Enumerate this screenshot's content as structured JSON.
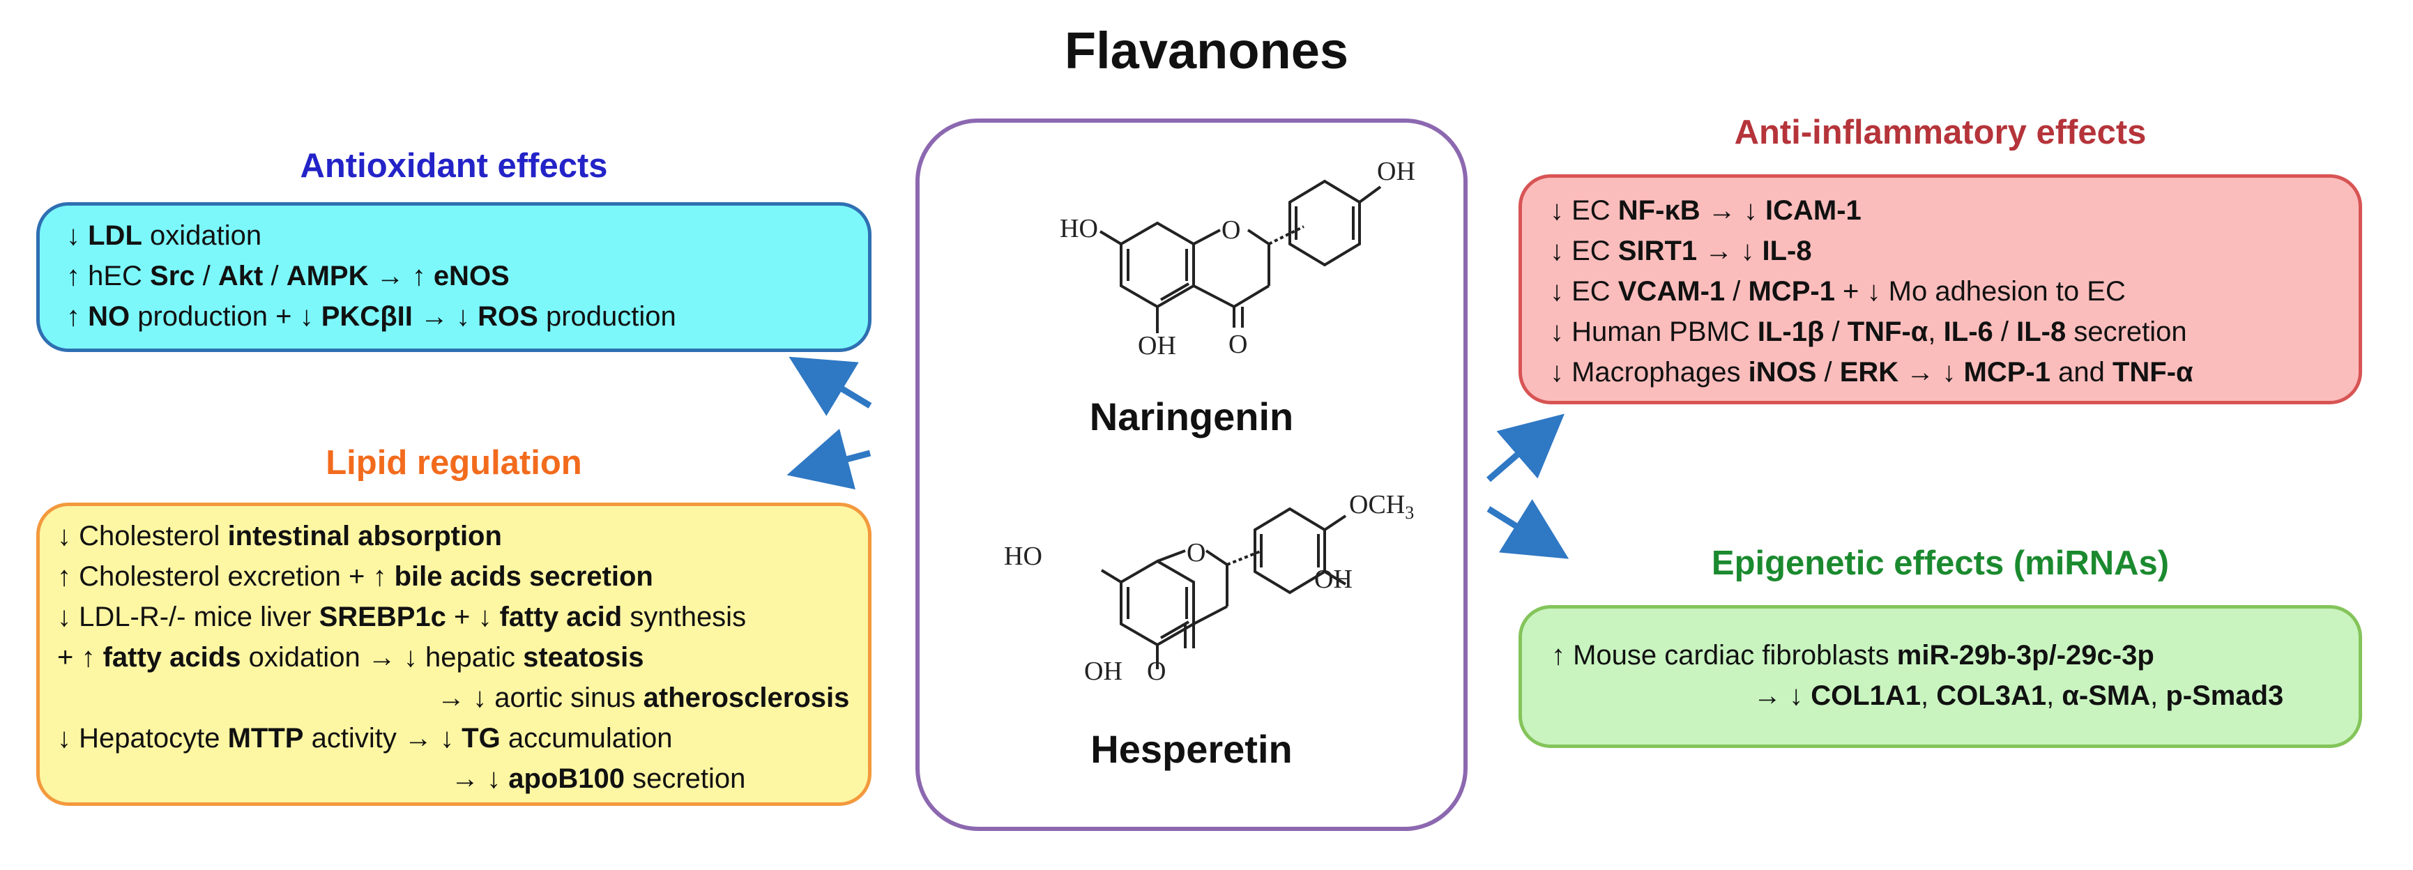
{
  "title": "Flavanones",
  "colors": {
    "antioxidant_heading": "#2323c8",
    "lipid_heading": "#f26b1d",
    "inflam_heading": "#b5343a",
    "epi_heading": "#1b8a2f",
    "arrow": "#2f78c4",
    "center_border": "#8c68b0"
  },
  "antioxidant": {
    "heading": "Antioxidant effects",
    "lines": [
      [
        {
          "t": "↓ "
        },
        {
          "t": "LDL",
          "b": true
        },
        {
          "t": " oxidation"
        }
      ],
      [
        {
          "t": "↑ hEC "
        },
        {
          "t": "Src",
          "b": true
        },
        {
          "t": " / "
        },
        {
          "t": "Akt",
          "b": true
        },
        {
          "t": " / "
        },
        {
          "t": "AMPK",
          "b": true
        },
        {
          "t": " → ↑ "
        },
        {
          "t": "eNOS",
          "b": true
        }
      ],
      [
        {
          "t": "↑ "
        },
        {
          "t": "NO",
          "b": true
        },
        {
          "t": " production  + ↓  "
        },
        {
          "t": "PKCβII",
          "b": true
        },
        {
          "t": " → ↓ "
        },
        {
          "t": "ROS",
          "b": true
        },
        {
          "t": " production"
        }
      ]
    ]
  },
  "lipid": {
    "heading": "Lipid regulation",
    "lines": [
      [
        {
          "t": "↓ Cholesterol "
        },
        {
          "t": "intestinal  absorption",
          "b": true
        }
      ],
      [
        {
          "t": "↑ Cholesterol excretion + ↑ "
        },
        {
          "t": "bile acids secretion",
          "b": true
        }
      ],
      [
        {
          "t": "↓ LDL-R-/- mice liver "
        },
        {
          "t": "SREBP1c",
          "b": true
        },
        {
          "t": " + ↓ "
        },
        {
          "t": "fatty acid",
          "b": true
        },
        {
          "t": " synthesis"
        }
      ],
      [
        {
          "t": " + ↑ "
        },
        {
          "t": "fatty acids",
          "b": true
        },
        {
          "t": " oxidation → ↓ hepatic "
        },
        {
          "t": "steatosis",
          "b": true
        }
      ],
      [
        {
          "t": "→ ↓ aortic sinus "
        },
        {
          "t": "atherosclerosis",
          "b": true
        }
      ],
      [
        {
          "t": "↓ Hepatocyte "
        },
        {
          "t": "MTTP",
          "b": true
        },
        {
          "t": " activity → ↓ "
        },
        {
          "t": "TG",
          "b": true
        },
        {
          "t": " accumulation"
        }
      ],
      [
        {
          "t": "→ ↓ "
        },
        {
          "t": "apoB100",
          "b": true
        },
        {
          "t": " secretion"
        }
      ]
    ]
  },
  "inflammatory": {
    "heading": "Anti-inflammatory  effects",
    "lines": [
      [
        {
          "t": "↓ EC "
        },
        {
          "t": "NF-κB",
          "b": true
        },
        {
          "t": " → ↓ "
        },
        {
          "t": "ICAM-1",
          "b": true
        }
      ],
      [
        {
          "t": "↓ EC "
        },
        {
          "t": "SIRT1",
          "b": true
        },
        {
          "t": " → ↓ "
        },
        {
          "t": "IL-8",
          "b": true
        }
      ],
      [
        {
          "t": "↓ EC "
        },
        {
          "t": "VCAM-1",
          "b": true
        },
        {
          "t": " / "
        },
        {
          "t": "MCP-1",
          "b": true
        },
        {
          "t": " + ↓ Mo adhesion to EC"
        }
      ],
      [
        {
          "t": "↓ Human PBMC "
        },
        {
          "t": "IL-1β",
          "b": true
        },
        {
          "t": " / "
        },
        {
          "t": "TNF-α",
          "b": true
        },
        {
          "t": ", "
        },
        {
          "t": "IL-6",
          "b": true
        },
        {
          "t": " / "
        },
        {
          "t": "IL-8",
          "b": true
        },
        {
          "t": " secretion"
        }
      ],
      [
        {
          "t": "↓ Macrophages "
        },
        {
          "t": "iNOS",
          "b": true
        },
        {
          "t": " / "
        },
        {
          "t": "ERK",
          "b": true
        },
        {
          "t": " → ↓ "
        },
        {
          "t": "MCP-1",
          "b": true
        },
        {
          "t": " and "
        },
        {
          "t": "TNF-α",
          "b": true
        }
      ]
    ]
  },
  "epigenetic": {
    "heading": "Epigenetic effects (miRNAs)",
    "lines": [
      [
        {
          "t": "↑ Mouse cardiac fibroblasts "
        },
        {
          "t": "miR-29b-3p/-29c-3p",
          "b": true
        }
      ],
      [
        {
          "t": "→ ↓ "
        },
        {
          "t": "COL1A1",
          "b": true
        },
        {
          "t": ", "
        },
        {
          "t": "COL3A1",
          "b": true
        },
        {
          "t": ", "
        },
        {
          "t": "α-SMA",
          "b": true
        },
        {
          "t": ", "
        },
        {
          "t": "p-Smad3",
          "b": true
        }
      ]
    ]
  },
  "molecules": {
    "naringenin": {
      "name": "Naringenin",
      "labels": {
        "ho": "HO",
        "oh_top": "OH",
        "o_ring": "O",
        "oh_bottom": "OH",
        "o_keto": "O"
      }
    },
    "hesperetin": {
      "name": "Hesperetin",
      "labels": {
        "ho": "HO",
        "och3": "OCH",
        "sub3": "3",
        "oh_right": "OH",
        "o_ring": "O",
        "oh_bottom": "OH",
        "o_keto": "O"
      }
    }
  }
}
